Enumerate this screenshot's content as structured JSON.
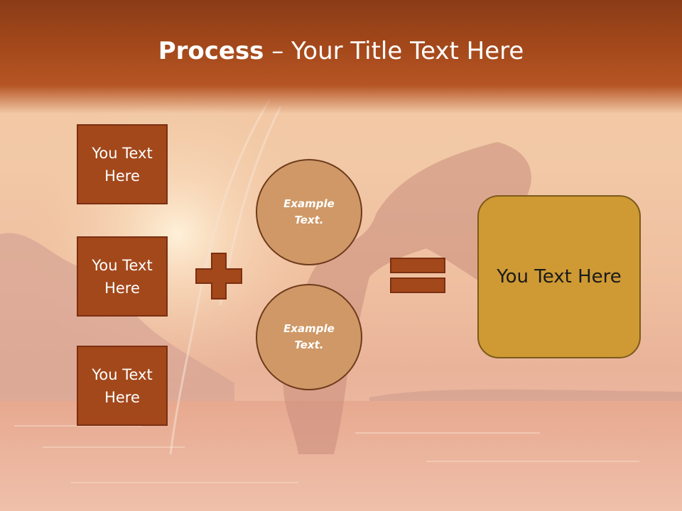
{
  "slide": {
    "title_bold": "Process",
    "title_rest": " – Your Title Text Here",
    "boxes": [
      {
        "label": "You Text Here"
      },
      {
        "label": "You Text Here"
      },
      {
        "label": "You Text Here"
      }
    ],
    "circles": [
      {
        "label": "Example Text."
      },
      {
        "label": "Example Text."
      }
    ],
    "result_label": "You Text Here"
  },
  "colors": {
    "header": "#a3481b",
    "box_fill": "#a3481b",
    "circle_fill": "#cf9866",
    "result_fill": "#cf9a33"
  },
  "icons": [
    "plus-icon",
    "equals-icon"
  ]
}
